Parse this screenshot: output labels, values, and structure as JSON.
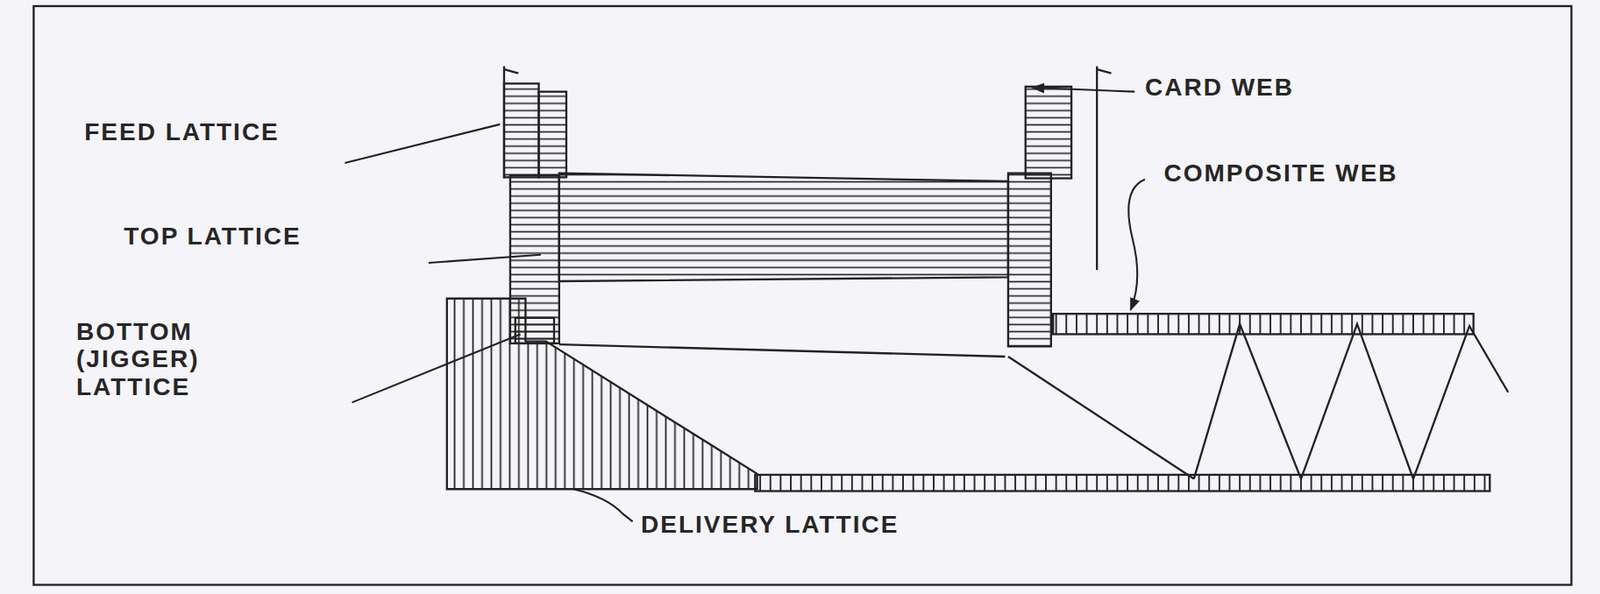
{
  "diagram": {
    "labels": [
      "FEED LATTICE",
      "TOP LATTICE",
      "BOTTOM (JIGGER) LATTICE",
      "DELIVERY LATTICE",
      "CARD WEB",
      "COMPOSITE WEB"
    ]
  }
}
